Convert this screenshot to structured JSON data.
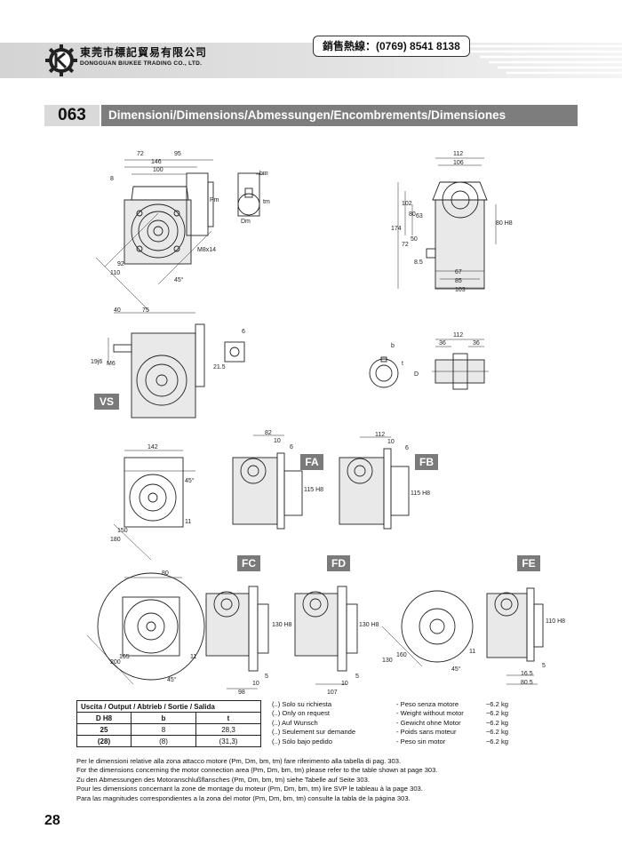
{
  "header": {
    "company_cn": "東莞市標記貿易有限公司",
    "company_en": "DONGGUAN BIUKEE TRADING CO., LTD.",
    "hotline": "銷售熱線：(0769) 8541 8138"
  },
  "title": {
    "code": "063",
    "text": "Dimensioni/Dimensions/Abmessungen/Encombrements/Dimensiones"
  },
  "labels": {
    "vs": "VS",
    "fa": "FA",
    "fb": "FB",
    "fc": "FC",
    "fd": "FD",
    "fe": "FE"
  },
  "dims": {
    "d72": "72",
    "d95": "95",
    "d146": "146",
    "d100": "100",
    "d8": "8",
    "dbm": "bm",
    "dPm": "Pm",
    "dDm": "Dm",
    "dtm": "tm",
    "dM8": "M8x14",
    "d92": "92",
    "d110": "110",
    "d45": "45°",
    "d112": "112",
    "d106": "106",
    "d174": "174",
    "d102": "102",
    "d80": "80",
    "d63": "63",
    "d50": "50",
    "d72b": "72",
    "d85b": "8.5",
    "d80h8": "80 H8",
    "d67": "67",
    "d85": "85",
    "d103": "103",
    "d40": "40",
    "d75": "75",
    "dM6": "M6",
    "d196": "19j6",
    "d215": "21.5",
    "d6": "6",
    "db": "b",
    "dt": "t",
    "dD": "D",
    "d112b": "112",
    "d36a": "36",
    "d36b": "36",
    "d142": "142",
    "d45b": "45°",
    "d11": "11",
    "d150": "150",
    "d180": "180",
    "d82": "82",
    "d10": "10",
    "d6b": "6",
    "d115": "115 H8",
    "d112c": "112",
    "d10b": "10",
    "d6c": "6",
    "d115b": "115 H8",
    "d80c": "80",
    "d200": "200",
    "d165": "165",
    "d45c": "45°",
    "d11b": "11",
    "d130": "130 H8",
    "d98": "98",
    "d10c": "10",
    "d5": "5",
    "d130b": "130 H8",
    "d107": "107",
    "d10d": "10",
    "d5b": "5",
    "d130c": "130",
    "d160": "160",
    "d45d": "45°",
    "d11c": "11",
    "d110h": "110 H8",
    "d5c": "5",
    "d165b": "16.5",
    "d805": "80.5"
  },
  "output_table": {
    "title": "Uscita / Output / Abtrieb / Sortie / Salida",
    "headers": [
      "D H8",
      "b",
      "t"
    ],
    "rows": [
      [
        "25",
        "8",
        "28,3"
      ],
      [
        "(28)",
        "(8)",
        "(31,3)"
      ]
    ]
  },
  "request_notes": [
    "(..) Solo su richiesta",
    "(..) Only on request",
    "(..) Auf Wunsch",
    "(..) Seulement sur demande",
    "(..) Sólo bajo pedido"
  ],
  "weights": [
    {
      "label": "- Peso senza motore",
      "value": "~6.2 kg"
    },
    {
      "label": "- Weight without motor",
      "value": "~6.2 kg"
    },
    {
      "label": "- Gewicht ohne Motor",
      "value": "~6.2 kg"
    },
    {
      "label": "- Poids sans moteur",
      "value": "~6.2 kg"
    },
    {
      "label": "- Peso sin motor",
      "value": "~6.2 kg"
    }
  ],
  "footnotes": [
    "Per le dimensioni relative alla zona attacco motore (Pm, Dm, bm, tm) fare riferimento alla tabella di pag. 303.",
    "For the dimensions concerning the motor connection area (Pm, Dm, bm, tm) please refer to the table shown at page 303.",
    "Zu den Abmessungen des Motoranschlußflansches (Pm, Dm, bm, tm) siehe Tabelle auf Seite 303.",
    "Pour les dimensions concernant la zone de montage du moteur (Pm, Dm, bm, tm) lire SVP le tableau à la page 303.",
    "Para las magnitudes correspondientes a la zona del motor (Pm, Dm, bm, tm) consulte la tabla de la página 303."
  ],
  "page_number": "28"
}
